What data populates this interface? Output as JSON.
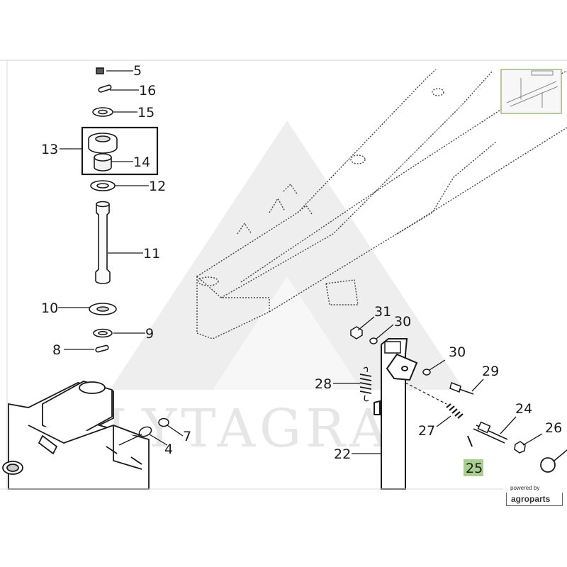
{
  "watermark": {
    "text": "LYTAGRA"
  },
  "badge": {
    "powered_by": "powered by",
    "brand": "agroparts"
  },
  "callouts": [
    {
      "id": "5",
      "label": "5"
    },
    {
      "id": "16",
      "label": "16"
    },
    {
      "id": "15",
      "label": "15"
    },
    {
      "id": "13",
      "label": "13"
    },
    {
      "id": "14",
      "label": "14"
    },
    {
      "id": "12",
      "label": "12"
    },
    {
      "id": "11",
      "label": "11"
    },
    {
      "id": "10",
      "label": "10"
    },
    {
      "id": "9",
      "label": "9"
    },
    {
      "id": "8",
      "label": "8"
    },
    {
      "id": "7",
      "label": "7"
    },
    {
      "id": "4",
      "label": "4"
    },
    {
      "id": "31",
      "label": "31"
    },
    {
      "id": "30a",
      "label": "30"
    },
    {
      "id": "30b",
      "label": "30"
    },
    {
      "id": "29",
      "label": "29"
    },
    {
      "id": "28",
      "label": "28"
    },
    {
      "id": "27",
      "label": "27"
    },
    {
      "id": "24",
      "label": "24"
    },
    {
      "id": "26",
      "label": "26"
    },
    {
      "id": "22",
      "label": "22"
    },
    {
      "id": "25",
      "label": "25",
      "highlighted": true
    }
  ],
  "colors": {
    "highlight": "#a8cf8e",
    "line": "#1a1a1a",
    "watermark": "#e8e8e8"
  },
  "icons": [
    "thumbnail-preview-icon"
  ]
}
